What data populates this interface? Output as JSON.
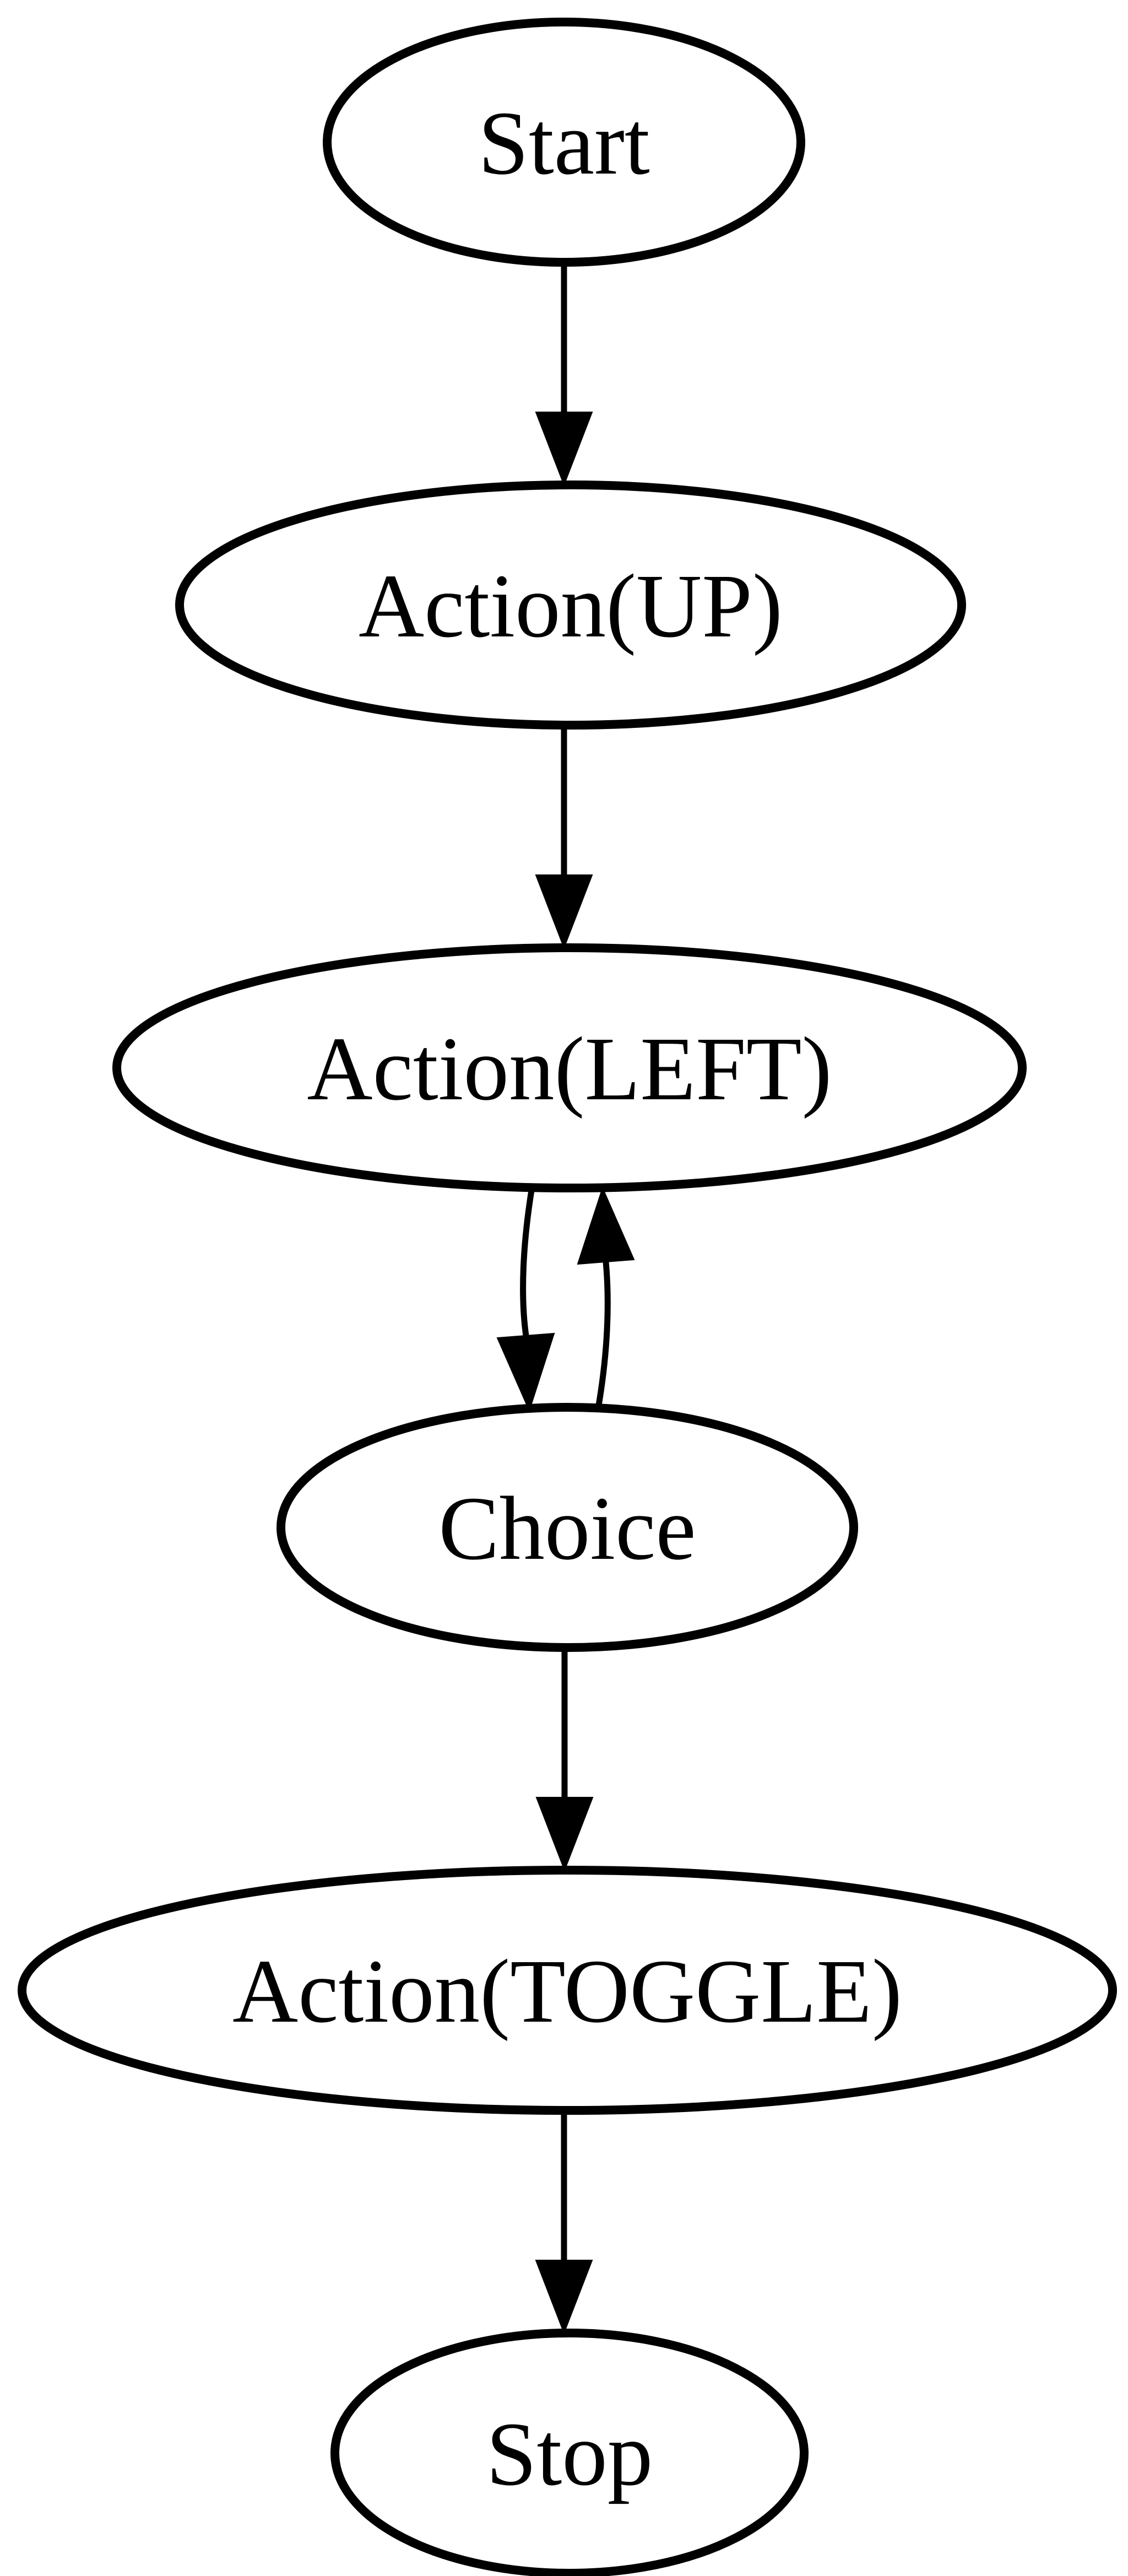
{
  "page": {
    "background_color": "#ffffff"
  },
  "diagram": {
    "type": "flowchart",
    "direction": "top-to-bottom",
    "stroke_color": "#000000",
    "node_fill_color": "#ffffff",
    "text_color": "#000000",
    "nodes": [
      {
        "id": "start",
        "label": "Start",
        "shape": "ellipse"
      },
      {
        "id": "action_up",
        "label": "Action(UP)",
        "shape": "ellipse"
      },
      {
        "id": "action_left",
        "label": "Action(LEFT)",
        "shape": "ellipse"
      },
      {
        "id": "choice",
        "label": "Choice",
        "shape": "ellipse"
      },
      {
        "id": "action_toggle",
        "label": "Action(TOGGLE)",
        "shape": "ellipse"
      },
      {
        "id": "stop",
        "label": "Stop",
        "shape": "ellipse"
      }
    ],
    "edges": [
      {
        "from": "start",
        "to": "action_up",
        "style": "straight-arrow"
      },
      {
        "from": "action_up",
        "to": "action_left",
        "style": "straight-arrow"
      },
      {
        "from": "action_left",
        "to": "choice",
        "style": "curved-arrow"
      },
      {
        "from": "choice",
        "to": "action_left",
        "style": "curved-arrow"
      },
      {
        "from": "choice",
        "to": "action_toggle",
        "style": "straight-arrow"
      },
      {
        "from": "action_toggle",
        "to": "stop",
        "style": "straight-arrow"
      }
    ]
  }
}
